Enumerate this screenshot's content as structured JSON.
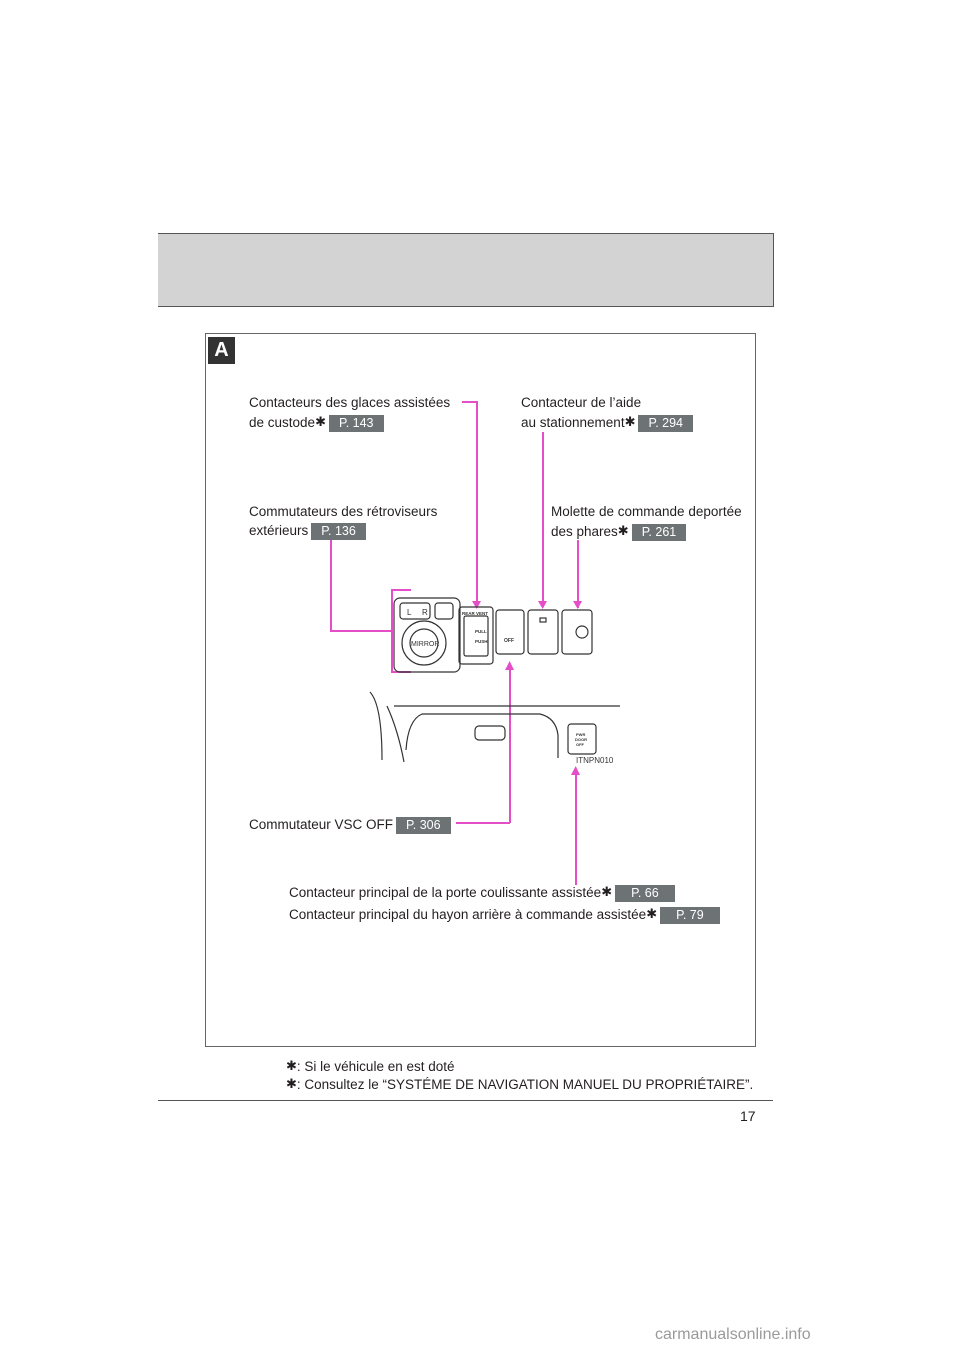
{
  "section_letter": "A",
  "callouts": {
    "rear_windows": {
      "line1": "Contacteurs des glaces assistées",
      "line2": "de custode",
      "star": "✱",
      "page": "P. 143"
    },
    "parking_assist": {
      "line1": "Contacteur de l’aide",
      "line2": "au stationnement",
      "star": "✱",
      "page": "P. 294"
    },
    "mirrors": {
      "line1": "Commutateurs des rétroviseurs",
      "line2": "extérieurs",
      "page": "P. 136"
    },
    "headlight_dial": {
      "line1": "Molette de commande deportée",
      "line2": "des phares",
      "star": "✱",
      "page": "P. 261"
    },
    "vsc_off": {
      "label": "Commutateur VSC OFF",
      "page": "P. 306"
    },
    "sliding_door": {
      "label": "Contacteur principal de la porte coulissante assistée",
      "star": "✱",
      "page": "P. 66"
    },
    "back_door": {
      "label": "Contacteur principal du hayon arrière à commande assistée",
      "star": "✱",
      "page": "P. 79"
    }
  },
  "illustration": {
    "mirror_L": "L",
    "mirror_R": "R",
    "mirror_label": "MIRROR",
    "rear_vent": "REAR VENT",
    "pull": "PULL",
    "push": "PUSH",
    "vsc_off": "OFF",
    "pwr_door_l1": "PWR",
    "pwr_door_l2": "DOOR",
    "pwr_door_l3": "OFF",
    "figure_code": "ITNPN010"
  },
  "notes": {
    "star1": "✱",
    "note1": ": Si le véhicule en est doté",
    "star2": "✱",
    "note2": ": Consultez le “SYSTÉME DE NAVIGATION MANUEL DU PROPRIÉTAIRE”."
  },
  "page_number": "17",
  "watermark": "carmanualsonline.info",
  "colors": {
    "leader_line": "#e44fc8",
    "badge": "#6d7275",
    "header_band": "#d3d3d3"
  }
}
